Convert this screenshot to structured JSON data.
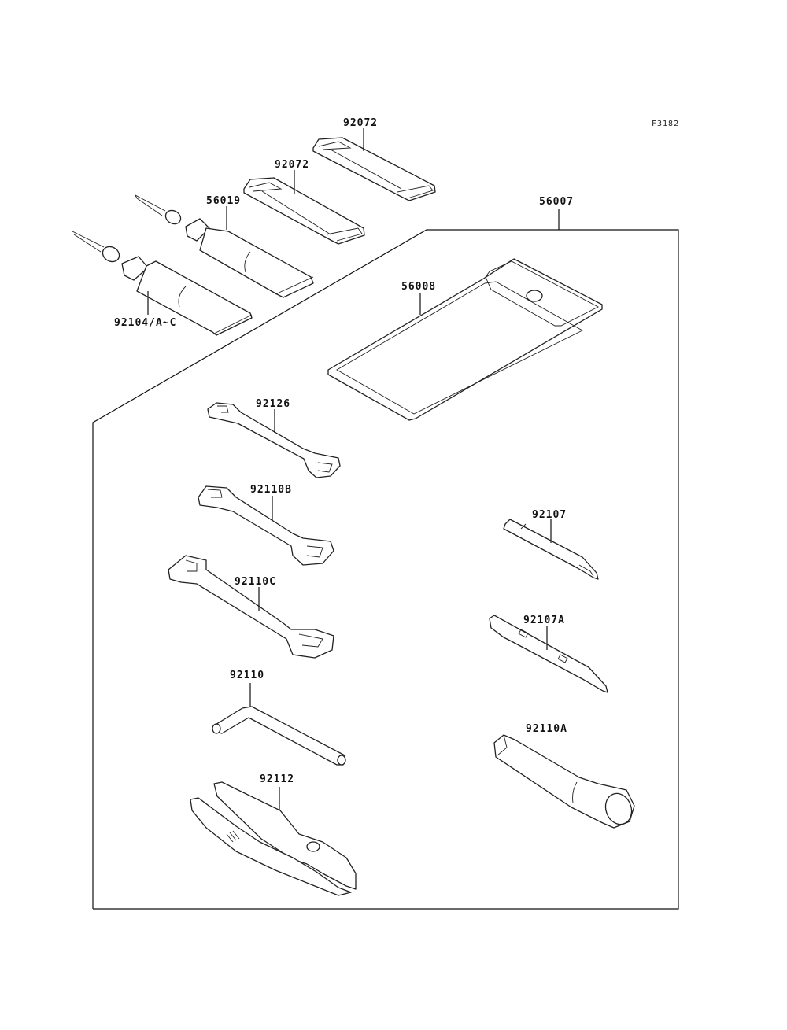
{
  "figure_id": "F3182",
  "assembly": {
    "part_no": "56007"
  },
  "parts": [
    {
      "key": "strap_1",
      "part_no": "92072"
    },
    {
      "key": "strap_2",
      "part_no": "92072"
    },
    {
      "key": "grease_tube_small",
      "part_no": "56019"
    },
    {
      "key": "grease_tube",
      "part_no": "92104/A~C"
    },
    {
      "key": "tool_bag",
      "part_no": "56008"
    },
    {
      "key": "wrench_1",
      "part_no": "92126"
    },
    {
      "key": "wrench_2",
      "part_no": "92110B"
    },
    {
      "key": "wrench_3",
      "part_no": "92110C"
    },
    {
      "key": "hex_key",
      "part_no": "92110"
    },
    {
      "key": "pliers",
      "part_no": "92112"
    },
    {
      "key": "screwdriver_bit",
      "part_no": "92107"
    },
    {
      "key": "screwdriver_bit_a",
      "part_no": "92107A"
    },
    {
      "key": "spark_plug_wrench",
      "part_no": "92110A"
    }
  ]
}
